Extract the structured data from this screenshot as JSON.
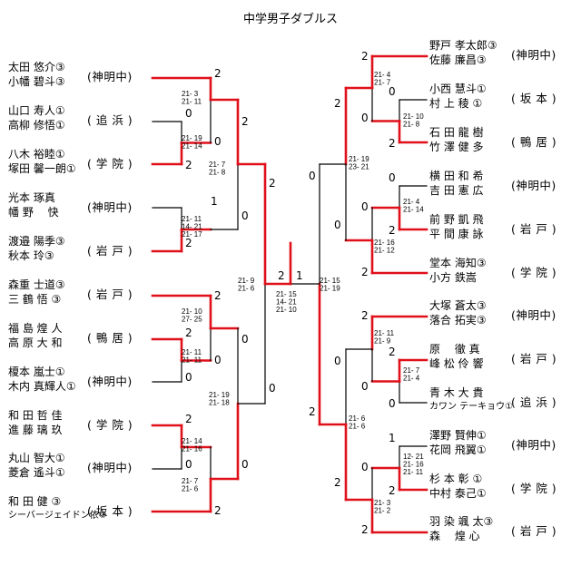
{
  "title": "中学男子ダブルス",
  "left_teams": [
    {
      "players": [
        "太田 悠介③",
        "小幡 碧斗③"
      ],
      "school": "(神明中)"
    },
    {
      "players": [
        "山口 寿人①",
        "高柳 修悟①"
      ],
      "school": "( 追 浜 )"
    },
    {
      "players": [
        "八木 裕睦①",
        "塚田 馨一朗①"
      ],
      "school": "( 学 院 )"
    },
    {
      "players": [
        "光本 琢真",
        "幡 野 　快"
      ],
      "school": "(神明中)"
    },
    {
      "players": [
        "渡邉 陽季③",
        "秋本 玲③"
      ],
      "school": "( 岩 戸 )"
    },
    {
      "players": [
        "森重 士道③",
        "三 鶴 悟 ③"
      ],
      "school": "( 岩 戸 )"
    },
    {
      "players": [
        "福 島 煌 人",
        "高 原 大 和"
      ],
      "school": "( 鴨 居 )"
    },
    {
      "players": [
        "榎本 嵐士①",
        "木内 真輝人①"
      ],
      "school": "(神明中)"
    },
    {
      "players": [
        "和 田 哲 佳",
        "進 藤 璃 玖"
      ],
      "school": "( 学 院 )"
    },
    {
      "players": [
        "丸山 智大①",
        "菱倉 遙斗①"
      ],
      "school": "(神明中)"
    },
    {
      "players": [
        "和 田 健 ③",
        "シーバージェイドン依③"
      ],
      "school": "( 坂 本 )"
    }
  ],
  "right_teams": [
    {
      "players": [
        "野戸 孝太郎③",
        "佐藤 廉昌③"
      ],
      "school": "(神明中)"
    },
    {
      "players": [
        "小西 慧斗①",
        "村 上 稜 ①"
      ],
      "school": "( 坂 本 )"
    },
    {
      "players": [
        "石 田 龍 樹",
        "竹 澤 健 多"
      ],
      "school": "( 鴨 居 )"
    },
    {
      "players": [
        "横 田 和 希",
        "吉 田 憲 広"
      ],
      "school": "(神明中)"
    },
    {
      "players": [
        "前 野 凱 飛",
        "平 間 康 詠"
      ],
      "school": "( 岩 戸 )"
    },
    {
      "players": [
        "堂本 海知③",
        "小方 鉄嵩"
      ],
      "school": "( 学 院 )"
    },
    {
      "players": [
        "大塚 蒼太③",
        "落合 拓実③"
      ],
      "school": "(神明中)"
    },
    {
      "players": [
        "原 　徹 真",
        "峰 松 伶 響"
      ],
      "school": "( 岩 戸 )"
    },
    {
      "players": [
        "青 木 大 貴",
        "カワン テーキョウ①"
      ],
      "school": "( 追 浜 )"
    },
    {
      "players": [
        "澤野 賢伸①",
        "花岡 飛翼①"
      ],
      "school": "(神明中)"
    },
    {
      "players": [
        "杉 本 彰 ①",
        "中村 泰己①"
      ],
      "school": "( 学 院 )"
    },
    {
      "players": [
        "羽 染 颯 太③",
        "森 　煌 心"
      ],
      "school": "( 岩 戸 )"
    }
  ],
  "left_bracket": {
    "r1": [
      {
        "top_score": "0",
        "bottom_score": "2",
        "games": [
          "21- 19",
          "21- 14"
        ]
      },
      {
        "top_score": "1",
        "bottom_score": "2",
        "games": [
          "21- 11",
          "14- 21",
          "21- 17"
        ]
      },
      {
        "top_score": "2",
        "bottom_score": "0",
        "games": [
          "21- 10",
          "27- 25"
        ]
      },
      {
        "top_score": "2",
        "bottom_score": "0",
        "games": [
          "21- 11",
          "21- 11"
        ]
      },
      {
        "top_score": "2",
        "bottom_score": "0",
        "games": [
          "21- 14",
          "21- 16"
        ]
      }
    ],
    "r2": [
      {
        "top_score": "2",
        "bottom_score": "0",
        "games": [
          "21- 3",
          "21- 11"
        ]
      },
      {
        "top_score": "2",
        "bottom_score": "0",
        "games": [
          "21- 7",
          "21- 8"
        ]
      },
      {
        "top_score": "0",
        "bottom_score": "0",
        "games": []
      },
      {
        "top_score": "0",
        "bottom_score": "2",
        "games": [
          "21- 7",
          "21- 6"
        ]
      }
    ],
    "r3": [
      {
        "top_score": "2",
        "bottom_score": "0",
        "games": [
          "21- 19",
          "21- 18"
        ]
      }
    ],
    "r4": [
      {
        "top_score": "2",
        "bottom_score": "0",
        "games": [
          "21- 9",
          "21- 6"
        ]
      }
    ]
  },
  "right_bracket": {
    "r1": [
      {
        "top_score": "0",
        "bottom_score": "2",
        "games": [
          "21- 10",
          "21- 8"
        ]
      },
      {
        "top_score": "0",
        "bottom_score": "2",
        "games": [
          "21- 4",
          "21- 14"
        ]
      },
      {
        "top_score": "2",
        "bottom_score": "0",
        "games": [
          "21- 7",
          "21- 4"
        ]
      },
      {
        "top_score": "1",
        "bottom_score": "2",
        "games": [
          "12- 21",
          "21- 16",
          "21- 11"
        ]
      }
    ],
    "r2": [
      {
        "top_score": "2",
        "bottom_score": "0",
        "games": [
          "21- 4",
          "21- 7"
        ]
      },
      {
        "top_score": "0",
        "bottom_score": "2",
        "games": [
          "21- 16",
          "21- 12"
        ]
      },
      {
        "top_score": "2",
        "bottom_score": "0",
        "games": [
          "21- 11",
          "21- 9"
        ]
      },
      {
        "top_score": "0",
        "bottom_score": "2",
        "games": [
          "21- 3",
          "21- 2"
        ]
      }
    ],
    "r3": [
      {
        "top_score": "2",
        "bottom_score": "0",
        "games": [
          "21- 19",
          "23- 21"
        ]
      },
      {
        "top_score": "0",
        "bottom_score": "2",
        "games": [
          "21- 6",
          "21- 6"
        ]
      }
    ],
    "r4": [
      {
        "top_score": "0",
        "bottom_score": "2",
        "games": [
          "21- 15",
          "21- 19"
        ]
      }
    ]
  },
  "final": {
    "left_score": "2",
    "right_score": "1",
    "games": [
      "21- 15",
      "14- 21",
      "21- 10"
    ]
  },
  "colors": {
    "win": "#e0101a",
    "line": "#000000"
  }
}
